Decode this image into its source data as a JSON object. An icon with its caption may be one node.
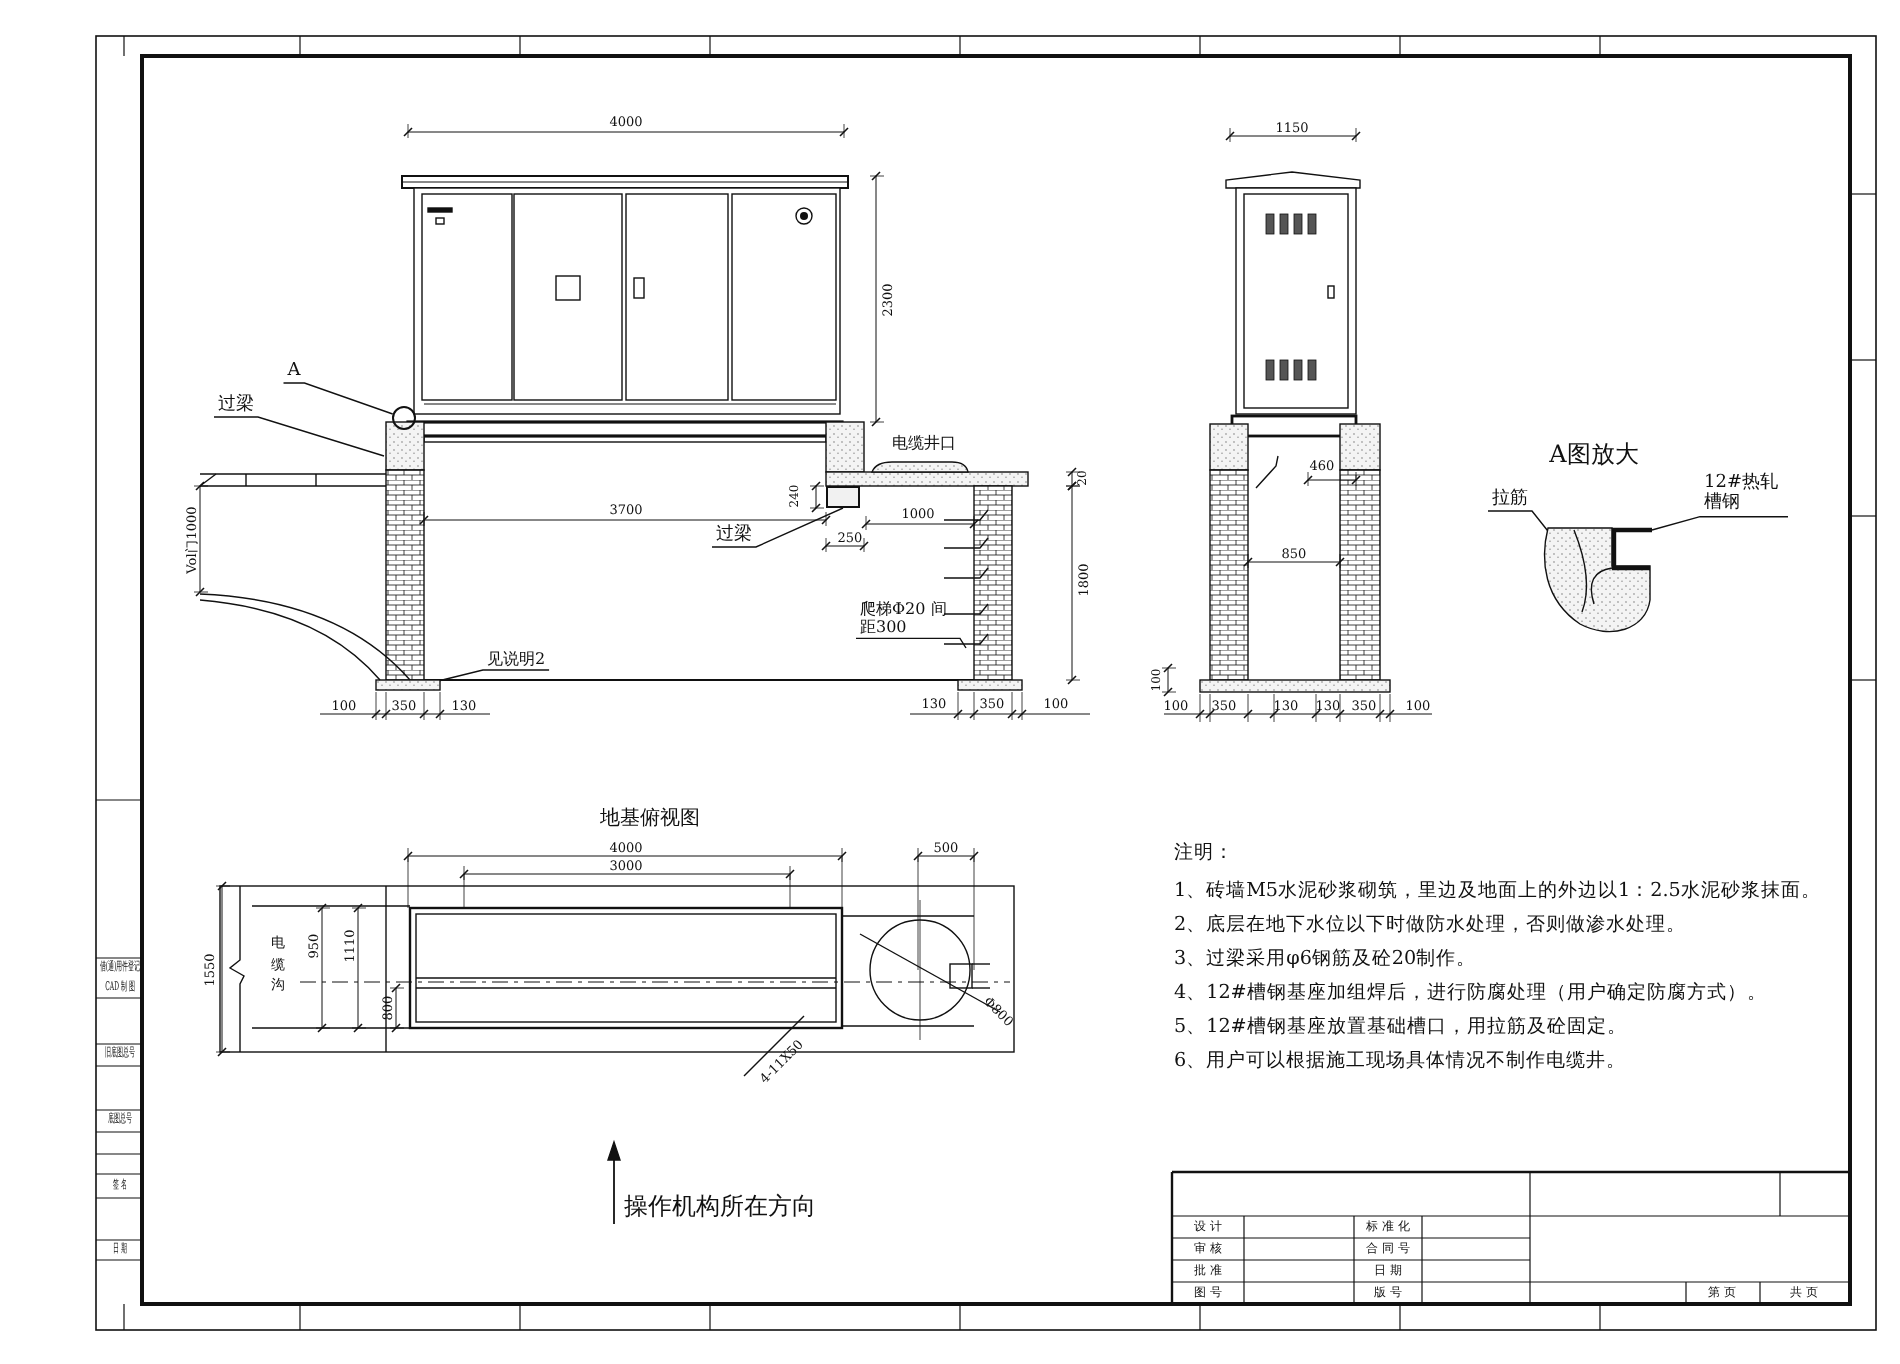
{
  "diagram": {
    "nodes": [
      {
        "text": [
          "A"
        ]
      },
      {
        "text": [],
        "shape": "circle"
      },
      {
        "text": [
          "过梁"
        ]
      },
      {
        "text": [
          "过梁"
        ]
      },
      {
        "text": [
          "见说明2"
        ]
      },
      {
        "text": [
          "爬梯Φ20 间距300"
        ]
      },
      {
        "text": [
          "拉筋"
        ]
      },
      {
        "text": [
          "12#热轧槽钢"
        ]
      },
      {
        "text": [],
        "shape": "box"
      }
    ],
    "edges": [
      {
        "from": 0,
        "to": 1,
        "arrow": "none"
      },
      {
        "from": 2,
        "to": null,
        "arrow": "none"
      },
      {
        "from": 3,
        "to": 8,
        "arrow": "none"
      },
      {
        "from": 4,
        "to": null,
        "arrow": "none"
      },
      {
        "from": 5,
        "to": null,
        "arrow": "none"
      },
      {
        "from": 6,
        "to": null,
        "arrow": "none"
      },
      {
        "from": 7,
        "to": null,
        "arrow": "none"
      }
    ],
    "labels": [
      "4000",
      "2300",
      "电缆井口",
      "20",
      "240",
      "3700",
      "250",
      "1000",
      "Vol门1000",
      "1800",
      "100",
      "350",
      "130",
      "130",
      "350",
      "100",
      "1150",
      "460",
      "850",
      "100",
      "100",
      "350",
      "130",
      "130",
      "350",
      "100",
      "A图放大",
      "地基俯视图",
      "4000",
      "3000",
      "500",
      "1550",
      "电缆沟",
      "950",
      "1110",
      "800",
      "Φ800",
      "4-11X50",
      "注明：",
      "1、砖墙M5水泥砂浆砌筑，里边及地面上的外边以1：2.5水泥砂浆抹面。",
      "2、底层在地下水位以下时做防水处理，否则做渗水处理。",
      "3、过梁采用φ6钢筋及砼20制作。",
      "4、12#槽钢基座加组焊后，进行防腐处理（用户确定防腐方式）。",
      "5、12#槽钢基座放置基础槽口，用拉筋及砼固定。",
      "6、用户可以根据施工现场具体情况不制作电缆井。",
      "操作机构所在方向",
      "设 计",
      "标 准 化",
      "审 核",
      "合 同 号",
      "批 准",
      "日 期",
      "图 号",
      "版 号",
      "第 页",
      "共 页",
      "借(通)用件登记",
      "CAD 制 图",
      "旧底图总号",
      "底图总号",
      "签 名",
      "日 期"
    ]
  }
}
